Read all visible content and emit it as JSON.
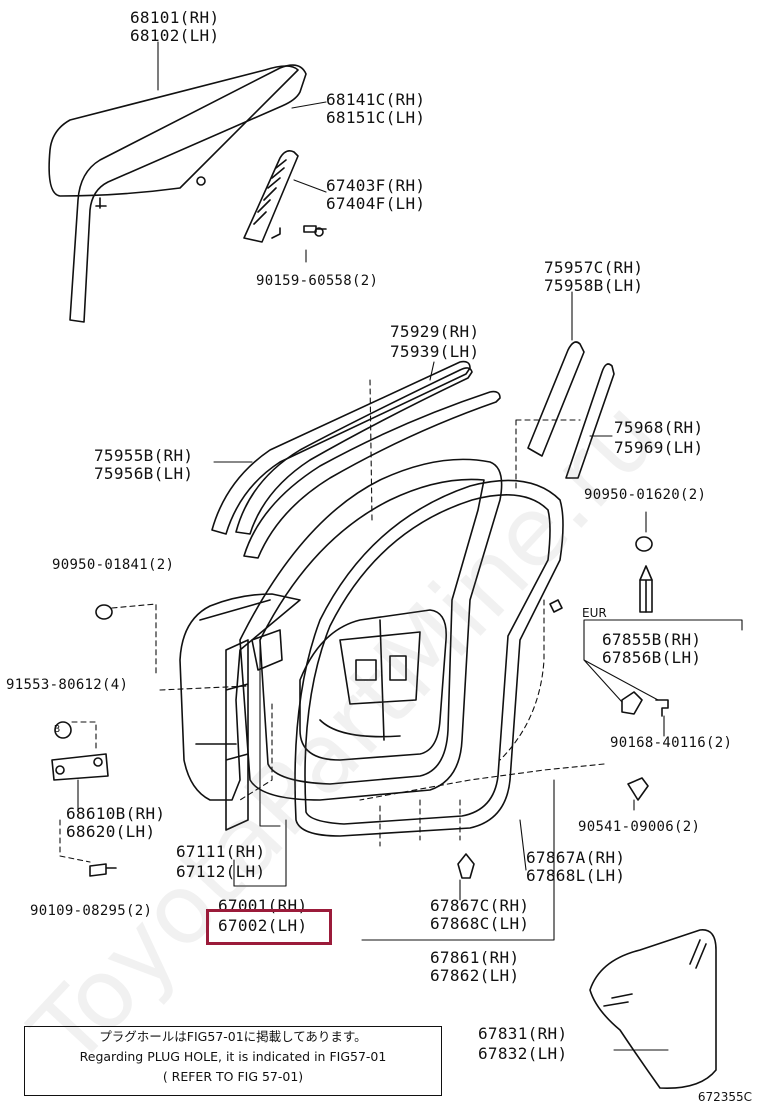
{
  "parts": {
    "p68101": "68101(RH)",
    "p68102": "68102(LH)",
    "p68141c": "68141C(RH)",
    "p68151c": "68151C(LH)",
    "p67403f": "67403F(RH)",
    "p67404f": "67404F(LH)",
    "p90159": "90159-60558(2)",
    "p75957c": "75957C(RH)",
    "p75958b": "75958B(LH)",
    "p75929": "75929(RH)",
    "p75939": "75939(LH)",
    "p75968": "75968(RH)",
    "p75969": "75969(LH)",
    "p75955b": "75955B(RH)",
    "p75956b": "75956B(LH)",
    "p90950_01620": "90950-01620(2)",
    "p90950_01841": "90950-01841(2)",
    "p67855b": "67855B(RH)",
    "p67856b": "67856B(LH)",
    "p91553": "91553-80612(4)",
    "p90168": "90168-40116(2)",
    "p68610b": "68610B(RH)",
    "p68620": "68620(LH)",
    "p90541": "90541-09006(2)",
    "p67111": "67111(RH)",
    "p67112": "67112(LH)",
    "p67867a": "67867A(RH)",
    "p67868l": "67868L(LH)",
    "p90109": "90109-08295(2)",
    "p67001": "67001(RH)",
    "p67002": "67002(LH)",
    "p67867c": "67867C(RH)",
    "p67868c": "67868C(LH)",
    "p67861": "67861(RH)",
    "p67862": "67862(LH)",
    "p67831": "67831(RH)",
    "p67832": "67832(LH)"
  },
  "labels": {
    "eur": "EUR",
    "ref_b": "B",
    "figure_code": "672355C"
  },
  "note": {
    "line1": "プラグホールはFIG57-01に掲載してあります。",
    "line2": "Regarding PLUG HOLE, it is indicated in FIG57-01",
    "line3": "( REFER TO FIG 57-01)"
  },
  "watermark": "ToyotaPartMine.ru",
  "colors": {
    "highlight": "#9b1b3a"
  }
}
